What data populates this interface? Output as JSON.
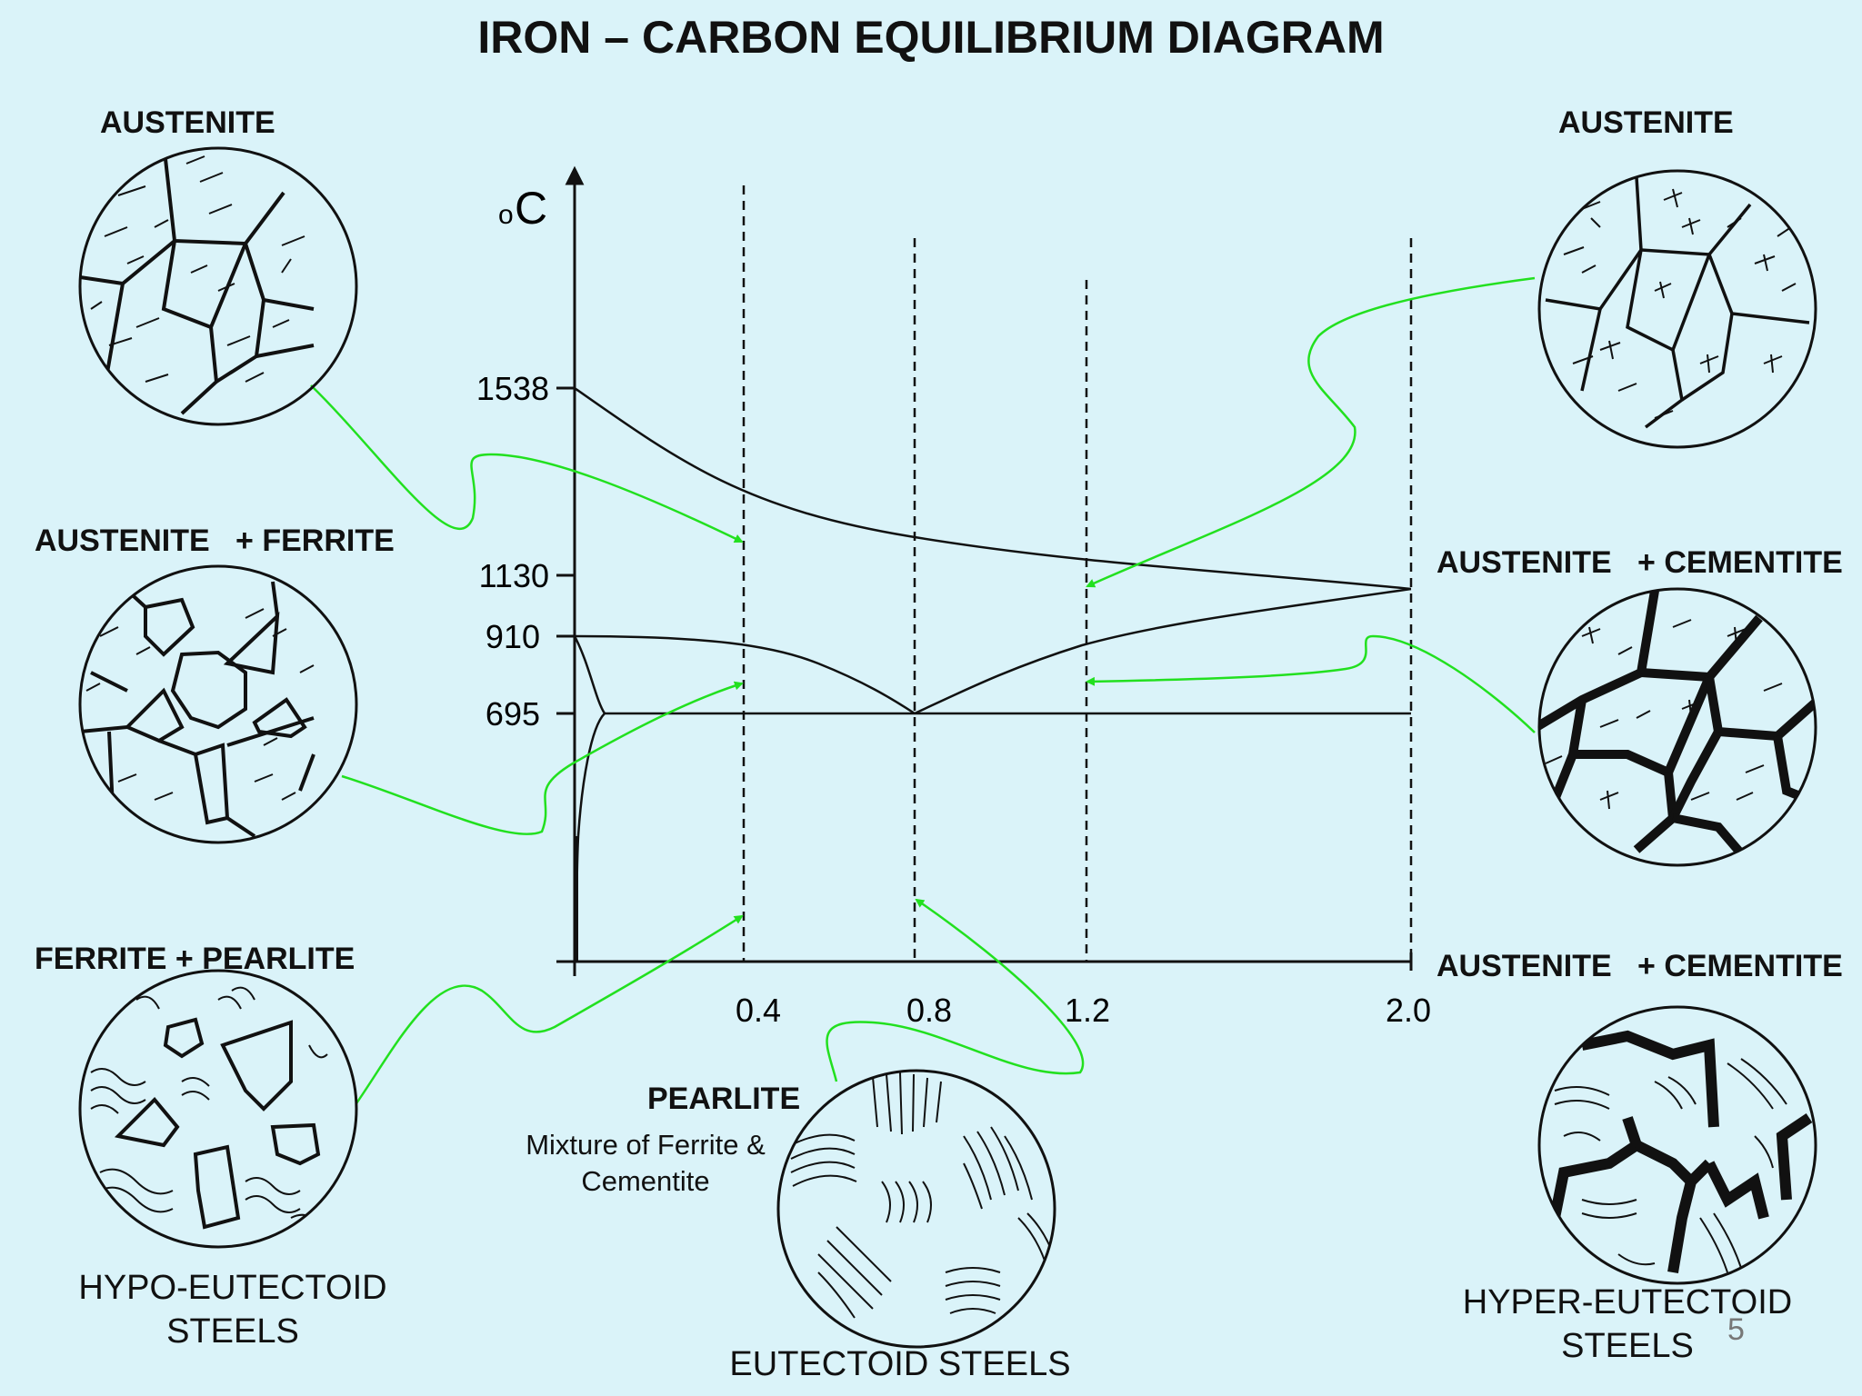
{
  "title": "IRON – CARBON EQUILIBRIUM DIAGRAM",
  "axis": {
    "y_unit_sup": "o",
    "y_unit": "C",
    "y_ticks": [
      "1538",
      "1130",
      "910",
      "695"
    ],
    "x_ticks": [
      "0.4",
      "0.8",
      "1.2",
      "2.0"
    ]
  },
  "phases": {
    "left_top": "AUSTENITE",
    "left_middle": "AUSTENITE   + FERRITE",
    "left_bottom": "FERRITE + PEARLITE",
    "right_top": "AUSTENITE",
    "right_middle": "AUSTENITE   + CEMENTITE",
    "right_bottom": "AUSTENITE   + CEMENTITE",
    "center": "PEARLITE"
  },
  "notes": {
    "pearlite_line1": "Mixture of Ferrite &",
    "pearlite_line2": "Cementite"
  },
  "captions": {
    "hypo_line1": "HYPO-EUTECTOID",
    "hypo_line2": "STEELS",
    "eutectoid": "EUTECTOID STEELS",
    "hyper_line1": "HYPER-EUTECTOID",
    "hyper_line2": "STEELS"
  },
  "slide_number": "5",
  "colors": {
    "background": "#daf3f9",
    "arrow": "#22e01f",
    "ink": "#111111"
  },
  "icons": [
    "micrograph-austenite-icon",
    "micrograph-austenite-ferrite-icon",
    "micrograph-ferrite-pearlite-icon",
    "micrograph-pearlite-icon",
    "micrograph-hyper-austenite-icon",
    "micrograph-austenite-cementite-icon",
    "micrograph-hyper-pearlite-cementite-icon"
  ]
}
